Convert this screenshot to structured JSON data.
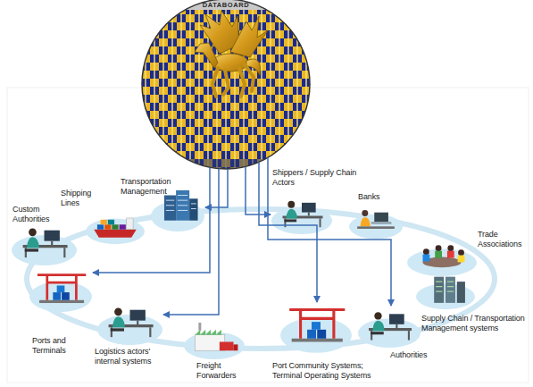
{
  "diagram": {
    "nodes": [
      {
        "text": [
          "DATABOARD"
        ]
      },
      {
        "text": [
          "Custom Authorities"
        ]
      },
      {
        "text": [
          "Shipping Lines"
        ]
      },
      {
        "text": [
          "Transportation Management"
        ]
      },
      {
        "text": [
          "Shippers / Supply Chain Actors"
        ]
      },
      {
        "text": [
          "Banks"
        ]
      },
      {
        "text": [
          "Trade Associations"
        ]
      },
      {
        "text": [
          "Supply Chain / Transportation Management systems"
        ]
      },
      {
        "text": [
          "Authorities"
        ]
      },
      {
        "text": [
          "Port Community Systems; Terminal Operating Systems"
        ]
      },
      {
        "text": [
          "Freight Forwarders"
        ]
      },
      {
        "text": [
          "Logistics actors' internal systems"
        ]
      },
      {
        "text": [
          "Ports and Terminals"
        ]
      }
    ],
    "edges": [
      {
        "from": 0,
        "to": 12,
        "arrow": "to"
      },
      {
        "from": 0,
        "to": 11,
        "arrow": "to"
      },
      {
        "from": 0,
        "to": 3,
        "arrow": "to"
      },
      {
        "from": 0,
        "to": 4,
        "arrow": "to"
      },
      {
        "from": 0,
        "to": 9,
        "arrow": "to"
      },
      {
        "from": 0,
        "to": 8,
        "arrow": "to"
      }
    ]
  }
}
